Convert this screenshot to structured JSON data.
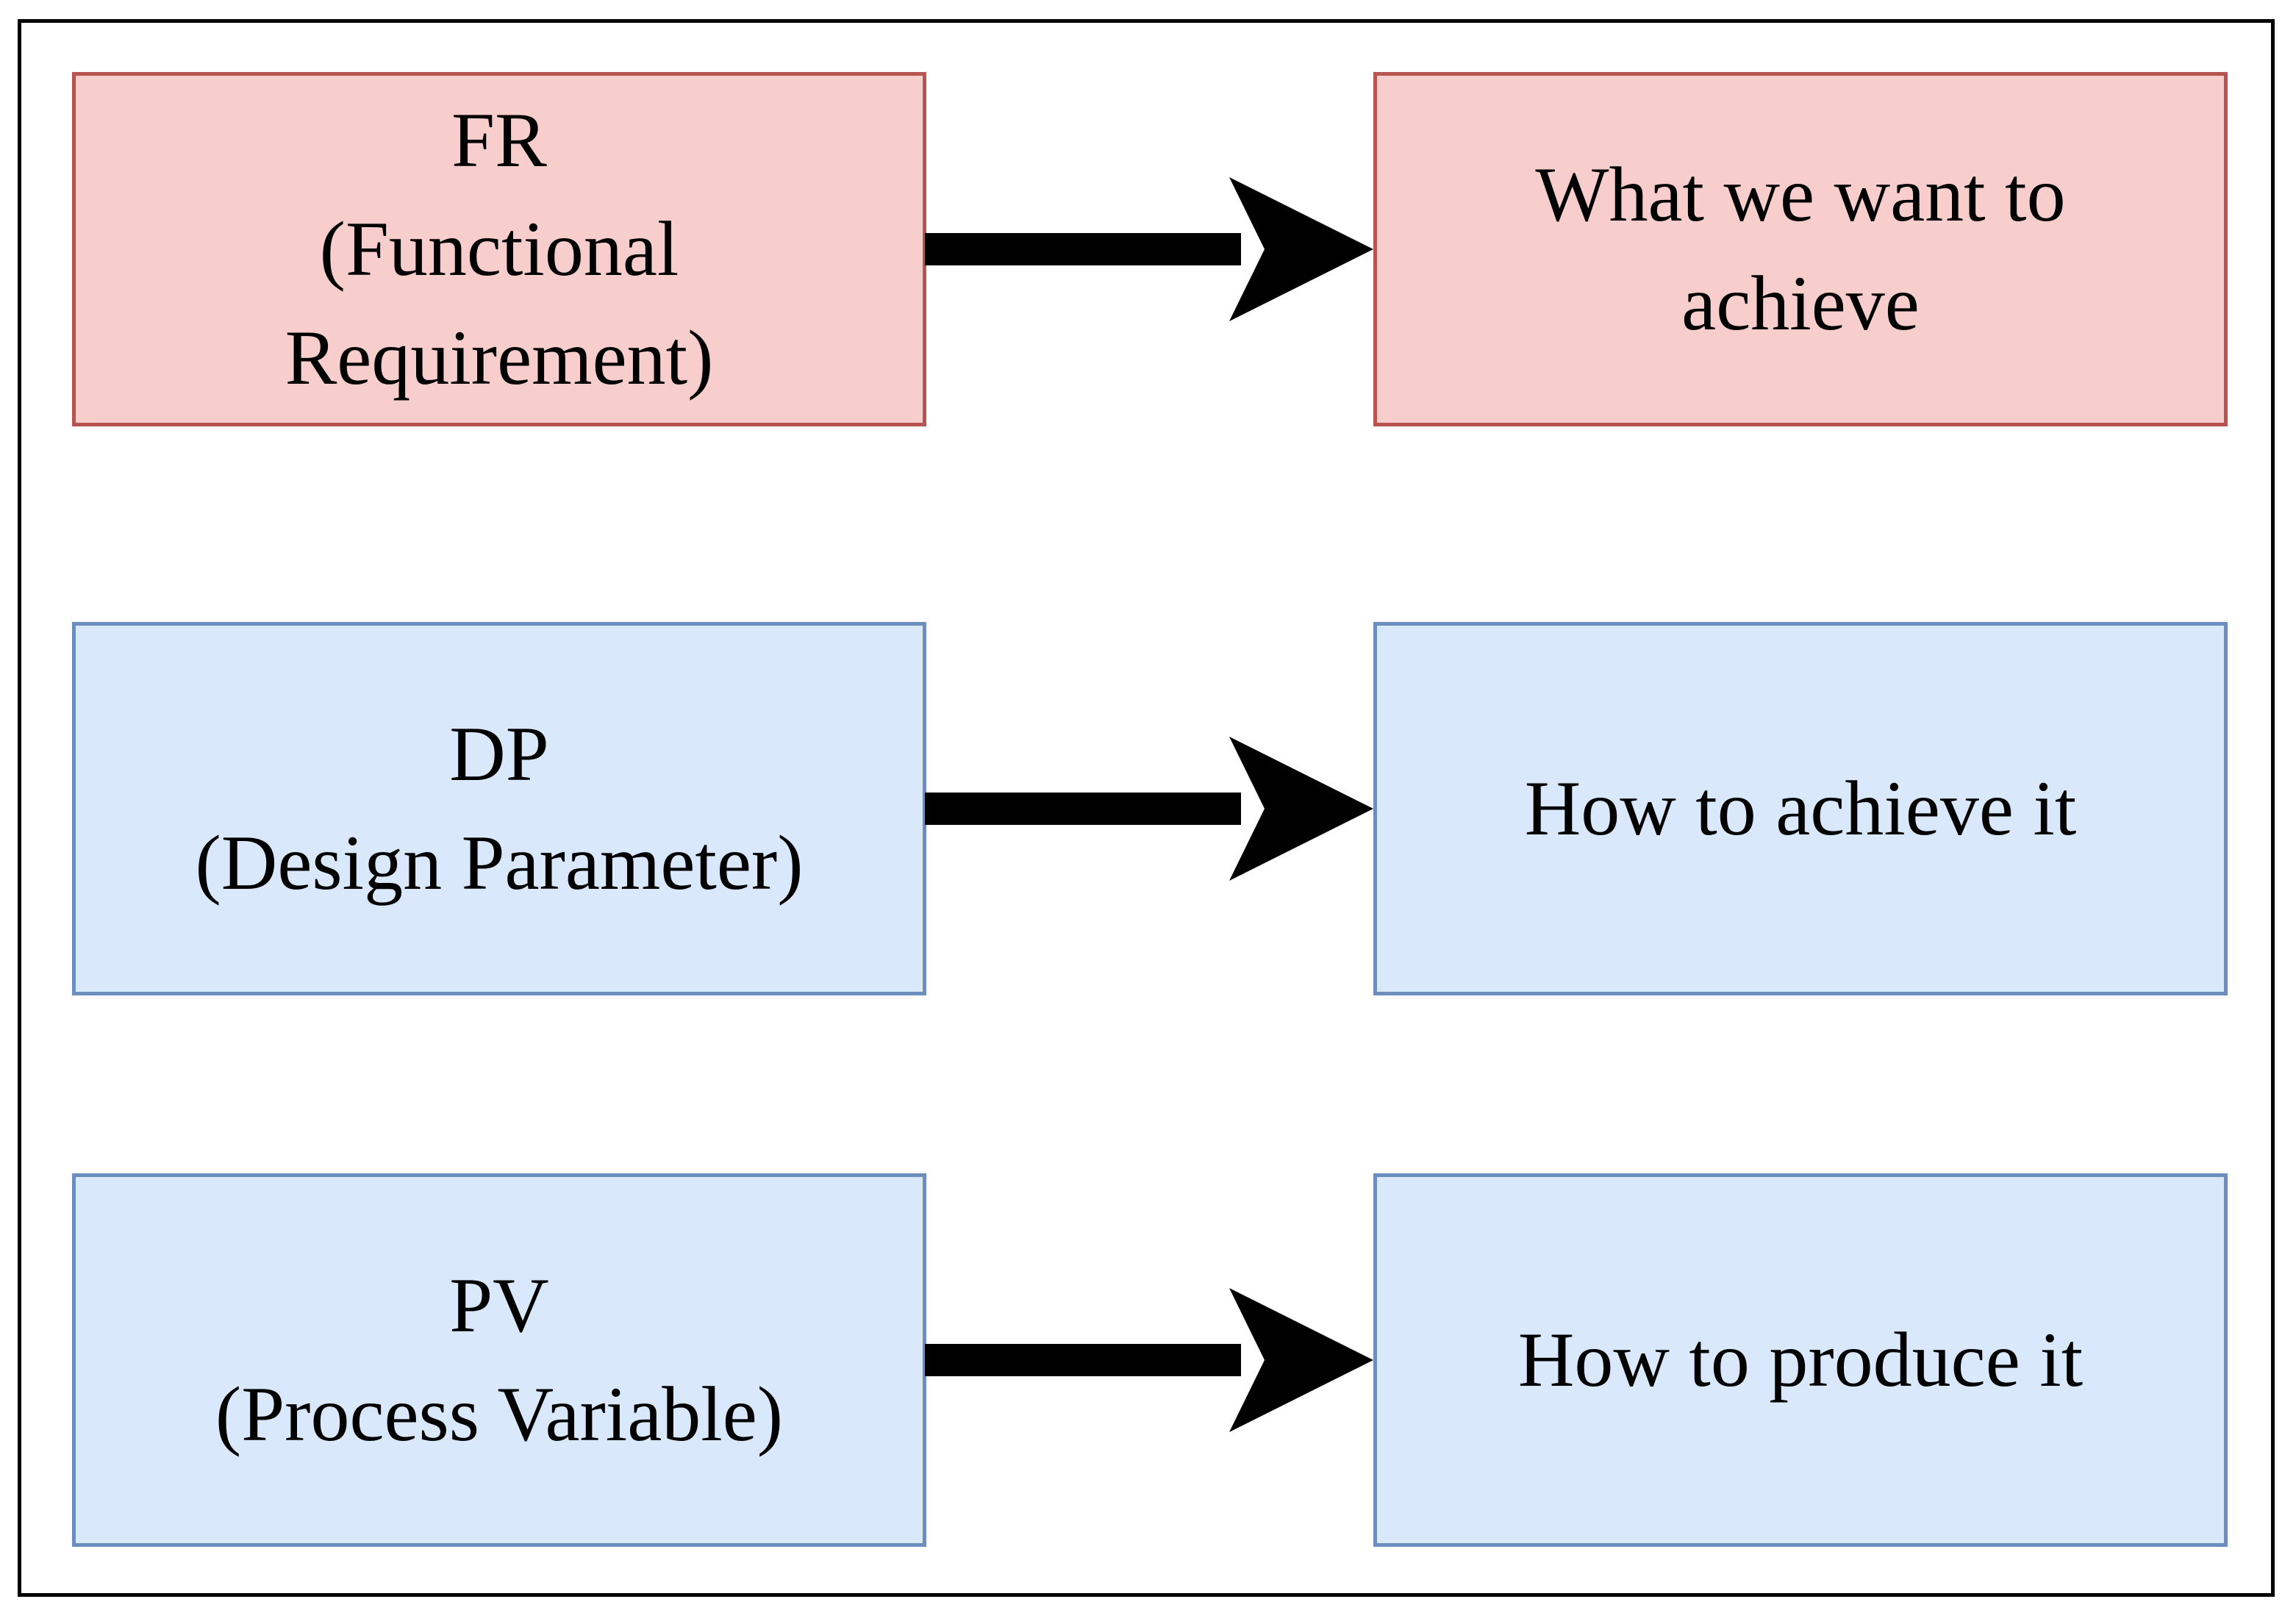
{
  "rows": [
    {
      "left": "FR\n(Functional\nRequirement)",
      "right": "What we want to\nachieve",
      "fill": "#f8cecc",
      "stroke": "#b85450"
    },
    {
      "left": "DP\n(Design Parameter)",
      "right": "How to achieve it",
      "fill": "#dae8fc",
      "stroke": "#6c8ebf"
    },
    {
      "left": "PV\n(Process Variable)",
      "right": "How to produce it",
      "fill": "#dae8fc",
      "stroke": "#6c8ebf"
    }
  ],
  "arrow_color": "#000000",
  "frame_color": "#000000"
}
